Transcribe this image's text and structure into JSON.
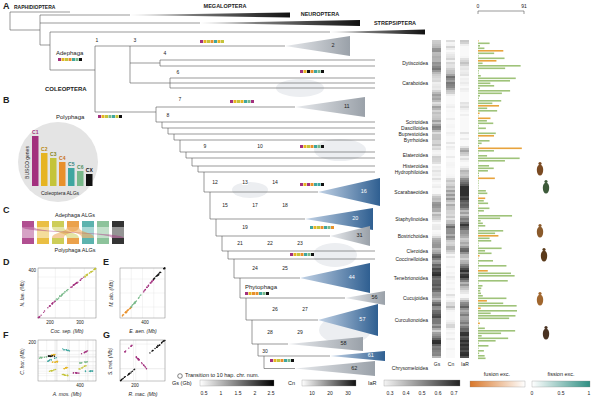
{
  "diagram": {
    "nodes": [
      {
        "text": [
          "2"
        ]
      },
      {
        "text": [
          "11"
        ]
      },
      {
        "text": [
          "16"
        ]
      },
      {
        "text": [
          "20"
        ]
      },
      {
        "text": [
          "31"
        ]
      },
      {
        "text": [
          "44"
        ]
      },
      {
        "text": [
          "56"
        ]
      },
      {
        "text": [
          "57"
        ]
      },
      {
        "text": [
          "58"
        ]
      },
      {
        "text": [
          "61"
        ]
      },
      {
        "text": [
          "62"
        ]
      },
      {
        "text": [
          "C1",
          "C2",
          "C3",
          "C4",
          "C5",
          "C6",
          "CX",
          "BUSCO genes",
          "Coleoptera ALGs"
        ]
      }
    ],
    "labels": [
      "A",
      "RAPHIDIOPTERA",
      "MEGALOPTERA",
      "NEUROPTERA",
      "STREPSIPTERA",
      "Adephaga",
      "COLEOPTERA",
      "Polyphaga",
      "Phytophaga",
      "Dytiscoidea",
      "Caraboidea",
      "Scirtoidea",
      "Dascilloidea",
      "Buprestoidea",
      "Byrrhoidea",
      "Elateroidea",
      "Histeroidea",
      "Hydrophiloidea",
      "Scarabaeoidea",
      "Staphylinoidea",
      "Bostrichoidea",
      "Cleroidea",
      "Coccinelloidea",
      "Tenebrionoidea",
      "Cucujoidea",
      "Curculionoidea",
      "Chrysomeloidea",
      "Gs",
      "Cn",
      "IaR",
      "0",
      "91",
      "Gs (Gb)",
      "0.5",
      "1",
      "1.5",
      "2",
      "2.5",
      "Cn",
      "10",
      "20",
      "30",
      "IaR",
      "0.3",
      "0.4",
      "0.5",
      "0.6",
      "0.7",
      "fusion exc.",
      "fission exc.",
      "0",
      "0.5",
      "1",
      "B",
      "C",
      "Adephaga ALGs",
      "Polyphaga ALGs",
      "D",
      "N. lae. (Mb)",
      "Coc. sep. (Mb)",
      "400",
      "200",
      "300",
      "E",
      "M. alo. (Mb)",
      "E. aen. (Mb)",
      "400",
      "F",
      "C. hor. (Mb)",
      "A. mos. (Mb)",
      "200",
      "400",
      "G",
      "S. mel. (Mb)",
      "R. mac. (Mb)",
      "200",
      "1",
      "3",
      "4",
      "6",
      "7",
      "8",
      "9",
      "10",
      "12",
      "13",
      "14",
      "15",
      "17",
      "18",
      "19",
      "21",
      "22",
      "23",
      "24",
      "25",
      "26",
      "27",
      "28",
      "29",
      "30"
    ],
    "legend": [
      {
        "text": "Transition to 10 hap. chr. num."
      }
    ]
  }
}
